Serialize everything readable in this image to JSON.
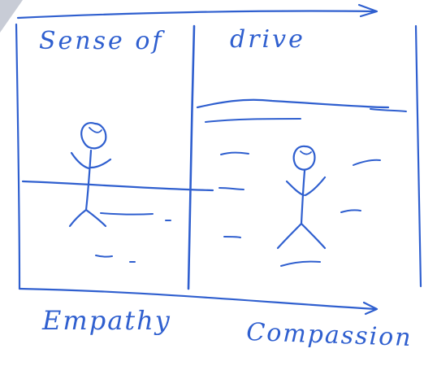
{
  "labels": {
    "top_left": "Sense of",
    "top_right": "drive",
    "bottom_left": "Empathy",
    "bottom_right": "Compassion"
  }
}
